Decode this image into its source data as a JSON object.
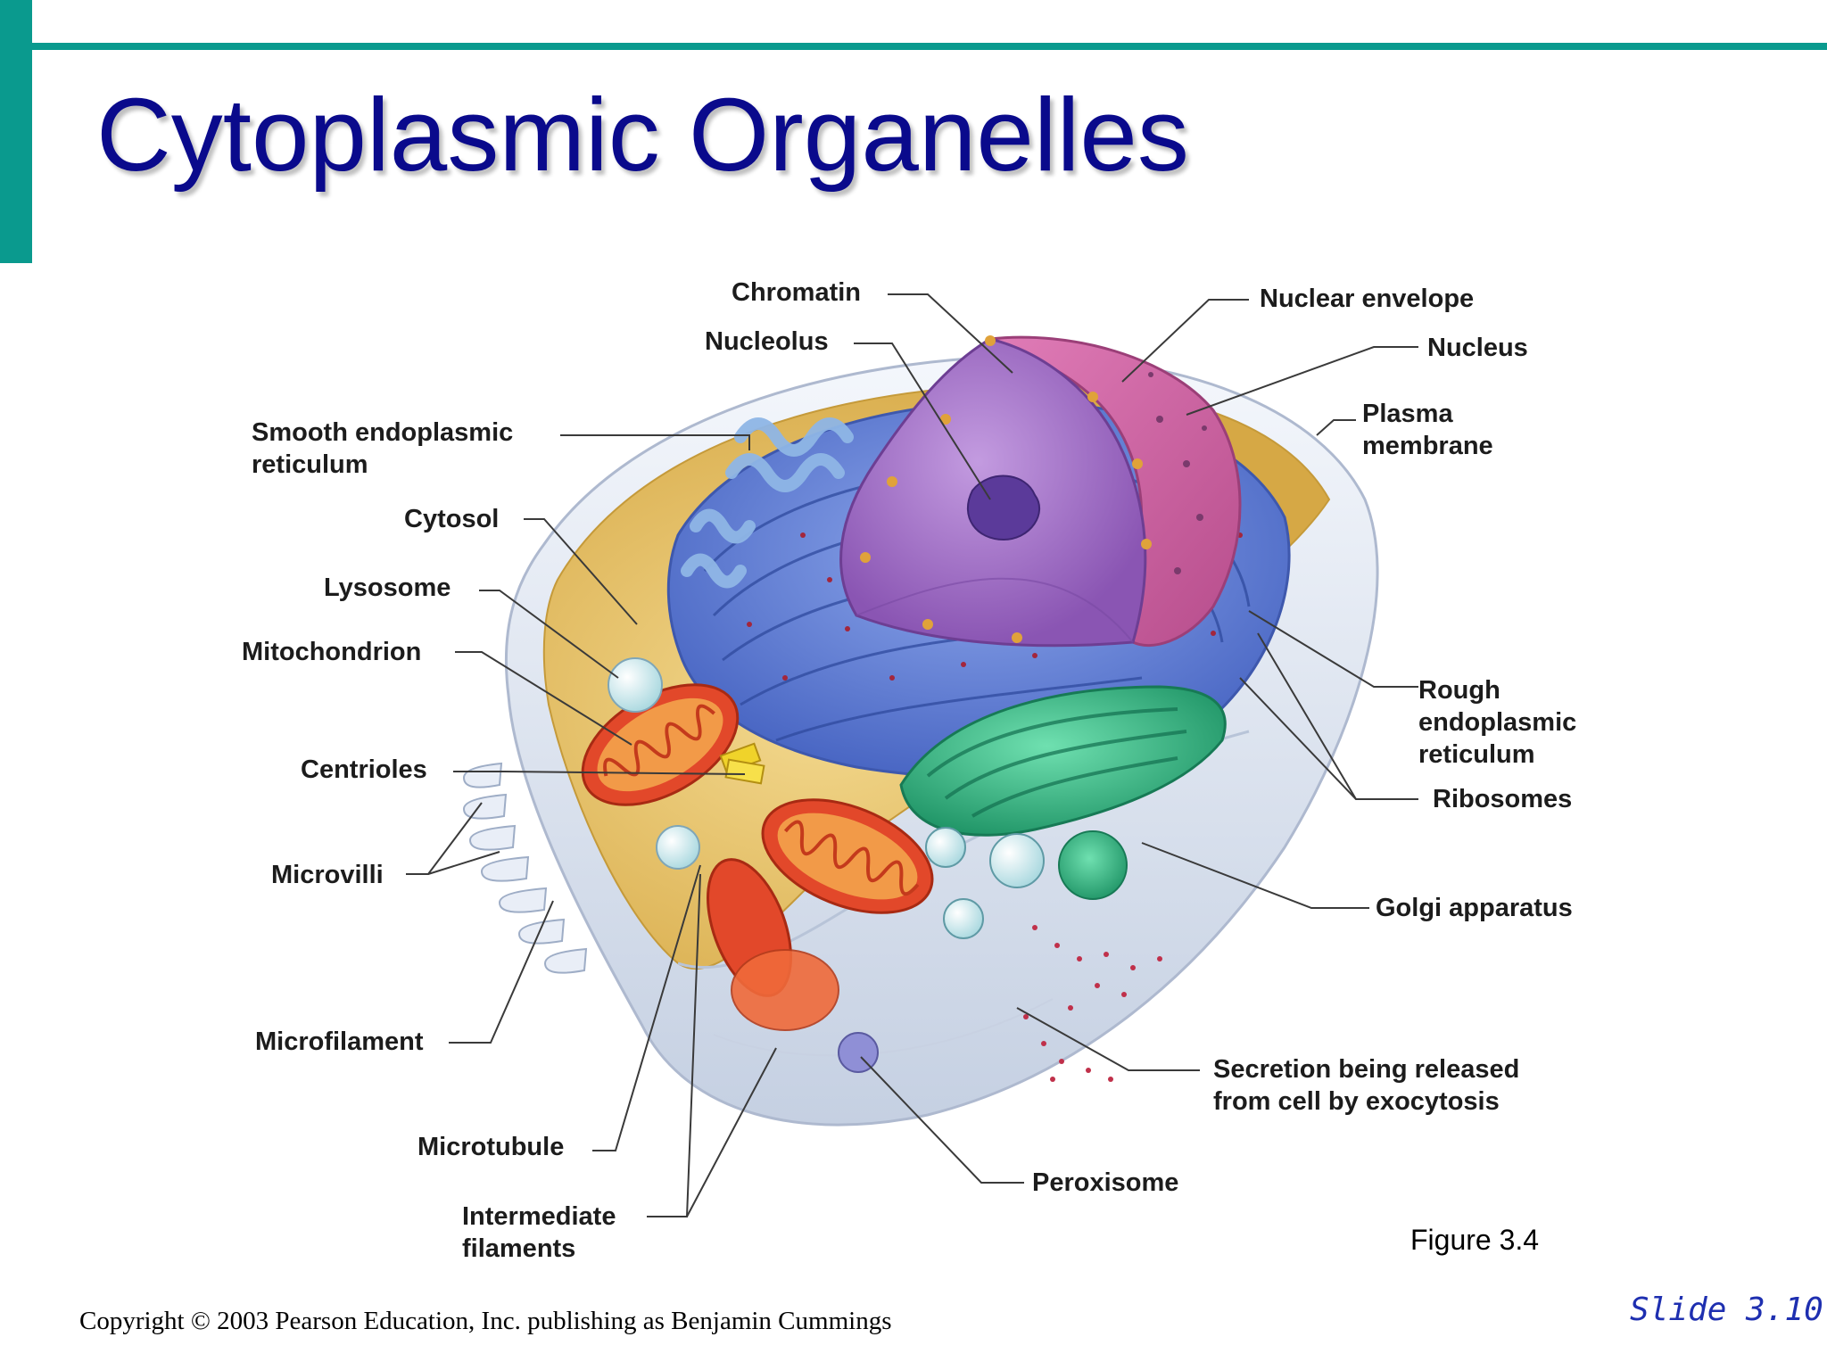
{
  "title": "Cytoplasmic Organelles",
  "labels": {
    "chromatin": "Chromatin",
    "nucleolus": "Nucleolus",
    "nuclear_envelope": "Nuclear envelope",
    "nucleus": "Nucleus",
    "plasma_membrane": "Plasma\nmembrane",
    "smooth_er": "Smooth endoplasmic\nreticulum",
    "cytosol": "Cytosol",
    "lysosome": "Lysosome",
    "mitochondrion": "Mitochondrion",
    "centrioles": "Centrioles",
    "microvilli": "Microvilli",
    "microfilament": "Microfilament",
    "microtubule": "Microtubule",
    "intermediate_filaments": "Intermediate\nfilaments",
    "rough_er": "Rough\nendoplasmic\nreticulum",
    "ribosomes": "Ribosomes",
    "golgi_apparatus": "Golgi apparatus",
    "secretion": "Secretion being released\nfrom cell by exocytosis",
    "peroxisome": "Peroxisome"
  },
  "figure_caption": "Figure 3.4",
  "copyright": "Copyright © 2003 Pearson Education, Inc. publishing as Benjamin Cummings",
  "slide_number": "Slide 3.10",
  "colors": {
    "accent": "#0a9a8e",
    "title": "#0a0a8c",
    "slide_number": "#1e2fb0",
    "nucleus": "#a06bc4",
    "nuclear_envelope": "#c9619e",
    "endoplasmic_reticulum": "#5f7fd6",
    "cytosol": "#e5be5c",
    "mitochondrion": "#e2482a",
    "golgi": "#2fb583",
    "membrane": "#dfe6f2"
  }
}
